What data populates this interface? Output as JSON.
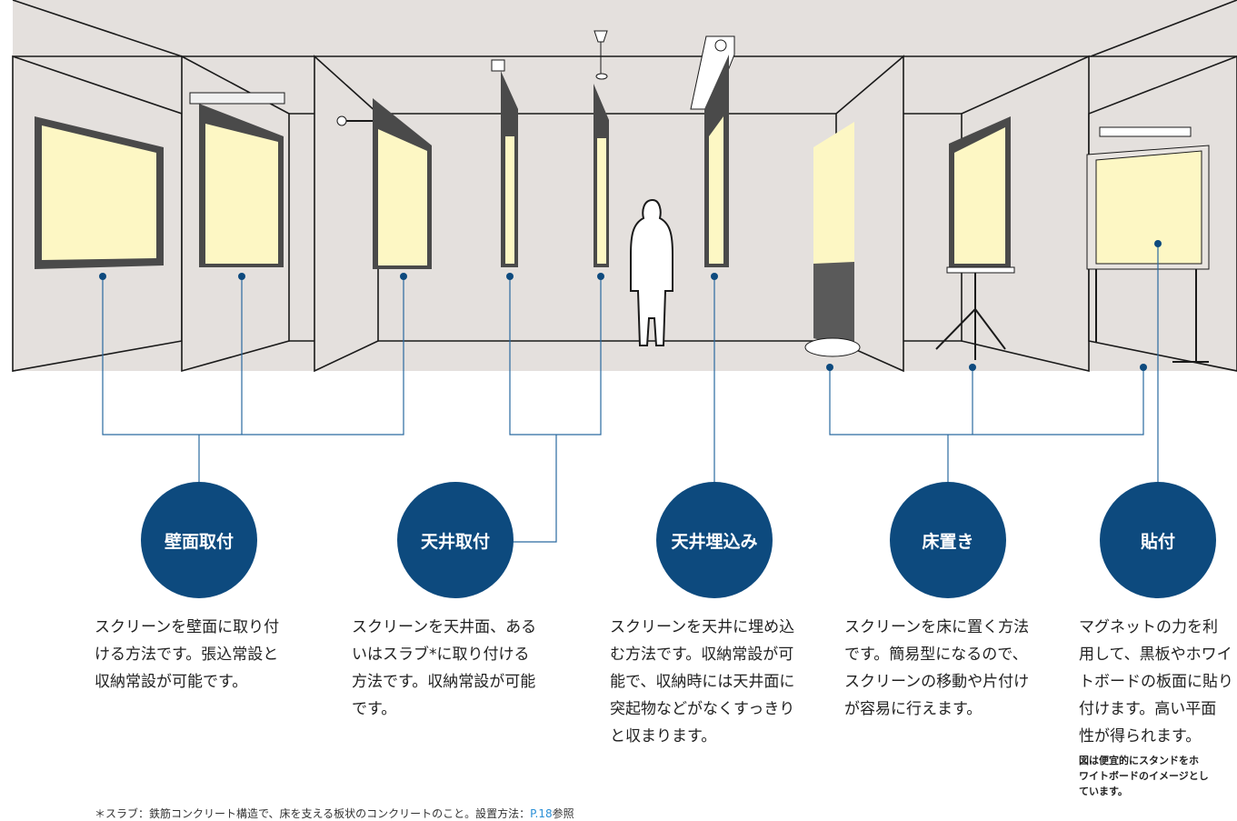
{
  "methods": [
    {
      "id": "wall",
      "label": "壁面取付",
      "description": "スクリーンを壁面に取り付\nける方法です。張込常設と\n収納常設が可能です。"
    },
    {
      "id": "ceiling",
      "label": "天井取付",
      "description": "スクリーンを天井面、ある\nいはスラブ*に取り付ける\n方法です。収納常設が可能\nです。"
    },
    {
      "id": "embedded",
      "label": "天井埋込み",
      "description": "スクリーンを天井に埋め込\nむ方法です。収納常設が可\n能で、収納時には天井面に\n突起物などがなくすっきり\nと収まります。"
    },
    {
      "id": "floor",
      "label": "床置き",
      "description": "スクリーンを床に置く方法\nです。簡易型になるので、\nスクリーンの移動や片付け\nが容易に行えます。"
    },
    {
      "id": "attach",
      "label": "貼付",
      "description": "マグネットの力を利\n用して、黒板やホワイ\nトボードの板面に貼り\n付けます。高い平面\n性が得られます。"
    }
  ],
  "attach_note": "図は便宜的にスタンドをホ\nワイトボードのイメージとし\nています。",
  "footnote": {
    "text": "＊スラブ：鉄筋コンクリート構造で、床を支える板状のコンクリートのこと。設置方法：",
    "link": "P.18",
    "suffix": "参照"
  },
  "colors": {
    "accent": "#0d4a7e",
    "room": "#e4e0dd",
    "screen": "#fdf7c4",
    "line": "#2a6aa0"
  }
}
